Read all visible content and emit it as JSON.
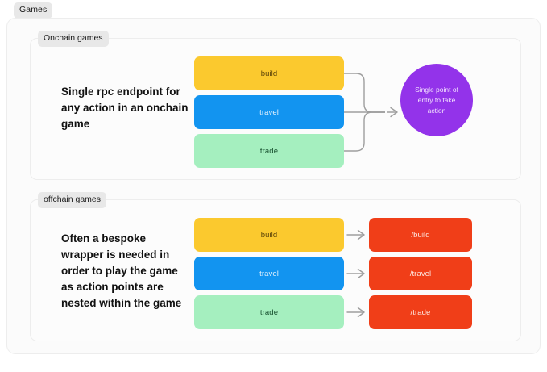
{
  "page": {
    "top_chip_label": "Games"
  },
  "colors": {
    "build": "#fbc92e",
    "travel": "#1294f0",
    "trade": "#a5efbf",
    "endpoint": "#f03e18",
    "hub": "#9333ea",
    "chip_bg": "#e8e8e8",
    "card_bg": "#fbfbfb",
    "connector": "#9e9e9e"
  },
  "sections": [
    {
      "chip_label": "Onchain games",
      "description": "Single rpc endpoint for any action in an onchain game",
      "actions": [
        {
          "label": "build"
        },
        {
          "label": "travel"
        },
        {
          "label": "trade"
        }
      ],
      "hub": {
        "label": "Single point of entry to take action"
      }
    },
    {
      "chip_label": "offchain games",
      "description": "Often a bespoke wrapper is needed in order to play the game as action points are nested within the game",
      "actions": [
        {
          "label": "build"
        },
        {
          "label": "travel"
        },
        {
          "label": "trade"
        }
      ],
      "endpoints": [
        {
          "label": "/build"
        },
        {
          "label": "/travel"
        },
        {
          "label": "/trade"
        }
      ]
    }
  ]
}
